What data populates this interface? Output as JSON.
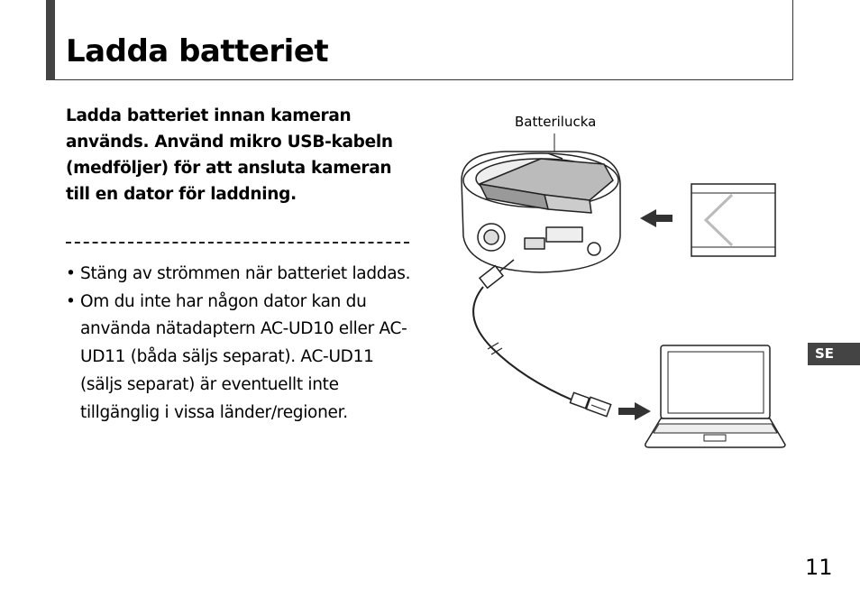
{
  "page": {
    "title": "Ladda batteriet",
    "intro": "Ladda batteriet innan kameran används. Använd mikro USB-kabeln (medföljer) för att ansluta kameran till en dator för laddning.",
    "bullets": [
      {
        "marker": "•",
        "text": "Stäng av strömmen när batteriet laddas."
      },
      {
        "marker": "•",
        "text": "Om du inte har någon dator kan du använda nätadaptern AC-UD10 eller AC-UD11 (båda säljs separat). AC-UD11 (säljs separat) är eventuellt inte tillgänglig i vissa länder/regioner."
      }
    ],
    "figure_label": "Batterilucka",
    "language_tab": "SE",
    "page_number": "11"
  },
  "figure": {
    "icons": [
      "camera-icon",
      "usb-cable-icon",
      "memory-card-icon",
      "laptop-icon",
      "arrow-left-icon",
      "arrow-right-icon"
    ],
    "colors": {
      "line": "#222222",
      "fill": "#ffffff",
      "shade": "#bbbbbb",
      "arrow": "#333333"
    }
  }
}
